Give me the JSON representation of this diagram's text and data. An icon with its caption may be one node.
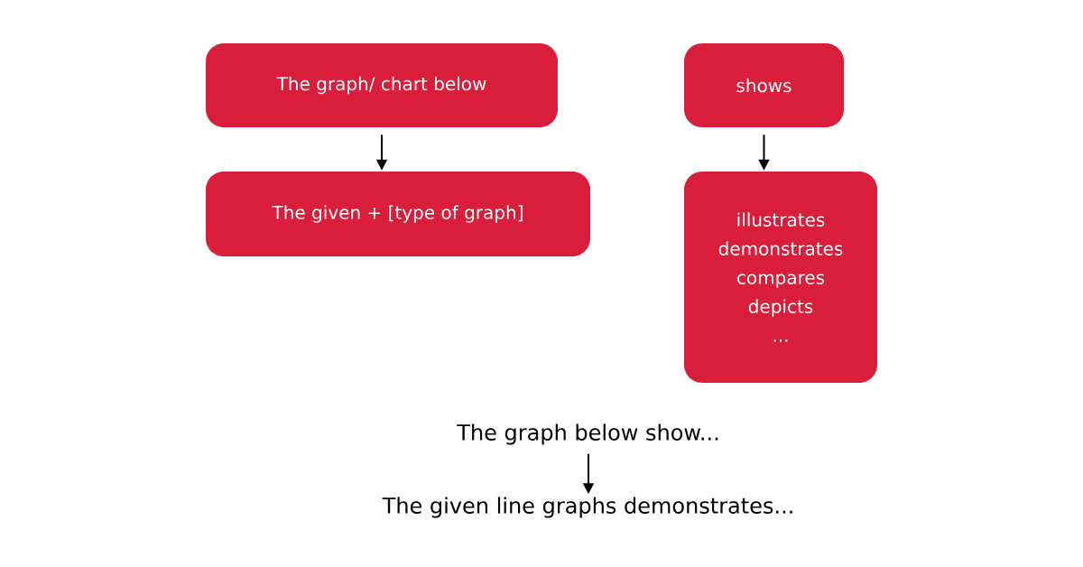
{
  "diagram": {
    "nodes": [
      {
        "text": [
          "The graph/ chart below"
        ]
      },
      {
        "text": [
          "The given + [type of graph]"
        ]
      },
      {
        "text": [
          "shows"
        ]
      },
      {
        "text": [
          "illustrates",
          "demonstrates",
          "compares",
          "depicts",
          "..."
        ]
      },
      {
        "text": [
          "The graph below show..."
        ]
      },
      {
        "text": [
          "The given line graphs demonstrates..."
        ]
      }
    ],
    "edges": [
      {
        "from": 0,
        "to": 1,
        "arrow": "to"
      },
      {
        "from": 2,
        "to": 3,
        "arrow": "to"
      },
      {
        "from": 4,
        "to": 5,
        "arrow": "to"
      }
    ]
  }
}
